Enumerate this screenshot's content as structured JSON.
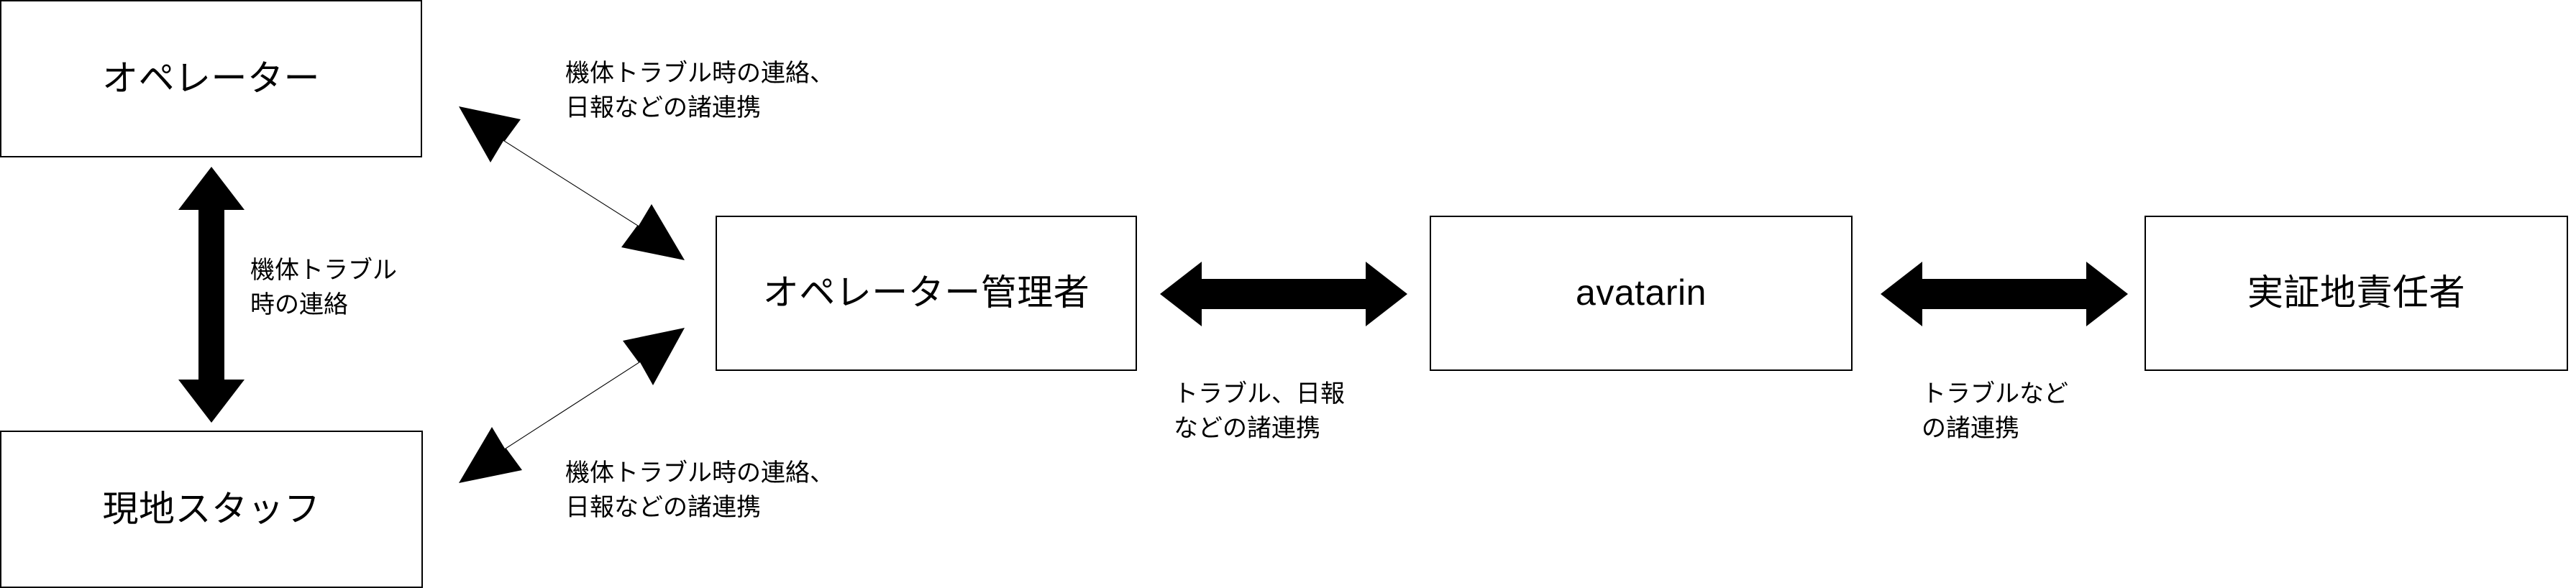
{
  "diagram": {
    "title": "",
    "background_color": "#ffffff",
    "line_color": "#000000",
    "nodes": [
      {
        "id": "operator",
        "label": "オペレーター"
      },
      {
        "id": "field-staff",
        "label": "現地スタッフ"
      },
      {
        "id": "operator-manager",
        "label": "オペレーター管理者"
      },
      {
        "id": "avatarin",
        "label": "avatarin"
      },
      {
        "id": "site-manager",
        "label": "実証地責任者"
      }
    ],
    "edges": [
      {
        "id": "operator-to-field-staff",
        "from": "operator",
        "to": "field-staff",
        "direction": "bidirectional",
        "orientation": "vertical",
        "label": "機体トラブル\n時の連絡"
      },
      {
        "id": "operator-to-operator-manager",
        "from": "operator",
        "to": "operator-manager",
        "direction": "bidirectional",
        "orientation": "diagonal-down",
        "label": "機体トラブル時の連絡、\n日報などの諸連携"
      },
      {
        "id": "field-staff-to-operator-manager",
        "from": "field-staff",
        "to": "operator-manager",
        "direction": "bidirectional",
        "orientation": "diagonal-up",
        "label": "機体トラブル時の連絡、\n日報などの諸連携"
      },
      {
        "id": "operator-manager-to-avatarin",
        "from": "operator-manager",
        "to": "avatarin",
        "direction": "bidirectional",
        "orientation": "horizontal",
        "label": "トラブル、日報\nなどの諸連携"
      },
      {
        "id": "avatarin-to-site-manager",
        "from": "avatarin",
        "to": "site-manager",
        "direction": "bidirectional",
        "orientation": "horizontal",
        "label": "トラブルなど\nの諸連携"
      }
    ]
  }
}
